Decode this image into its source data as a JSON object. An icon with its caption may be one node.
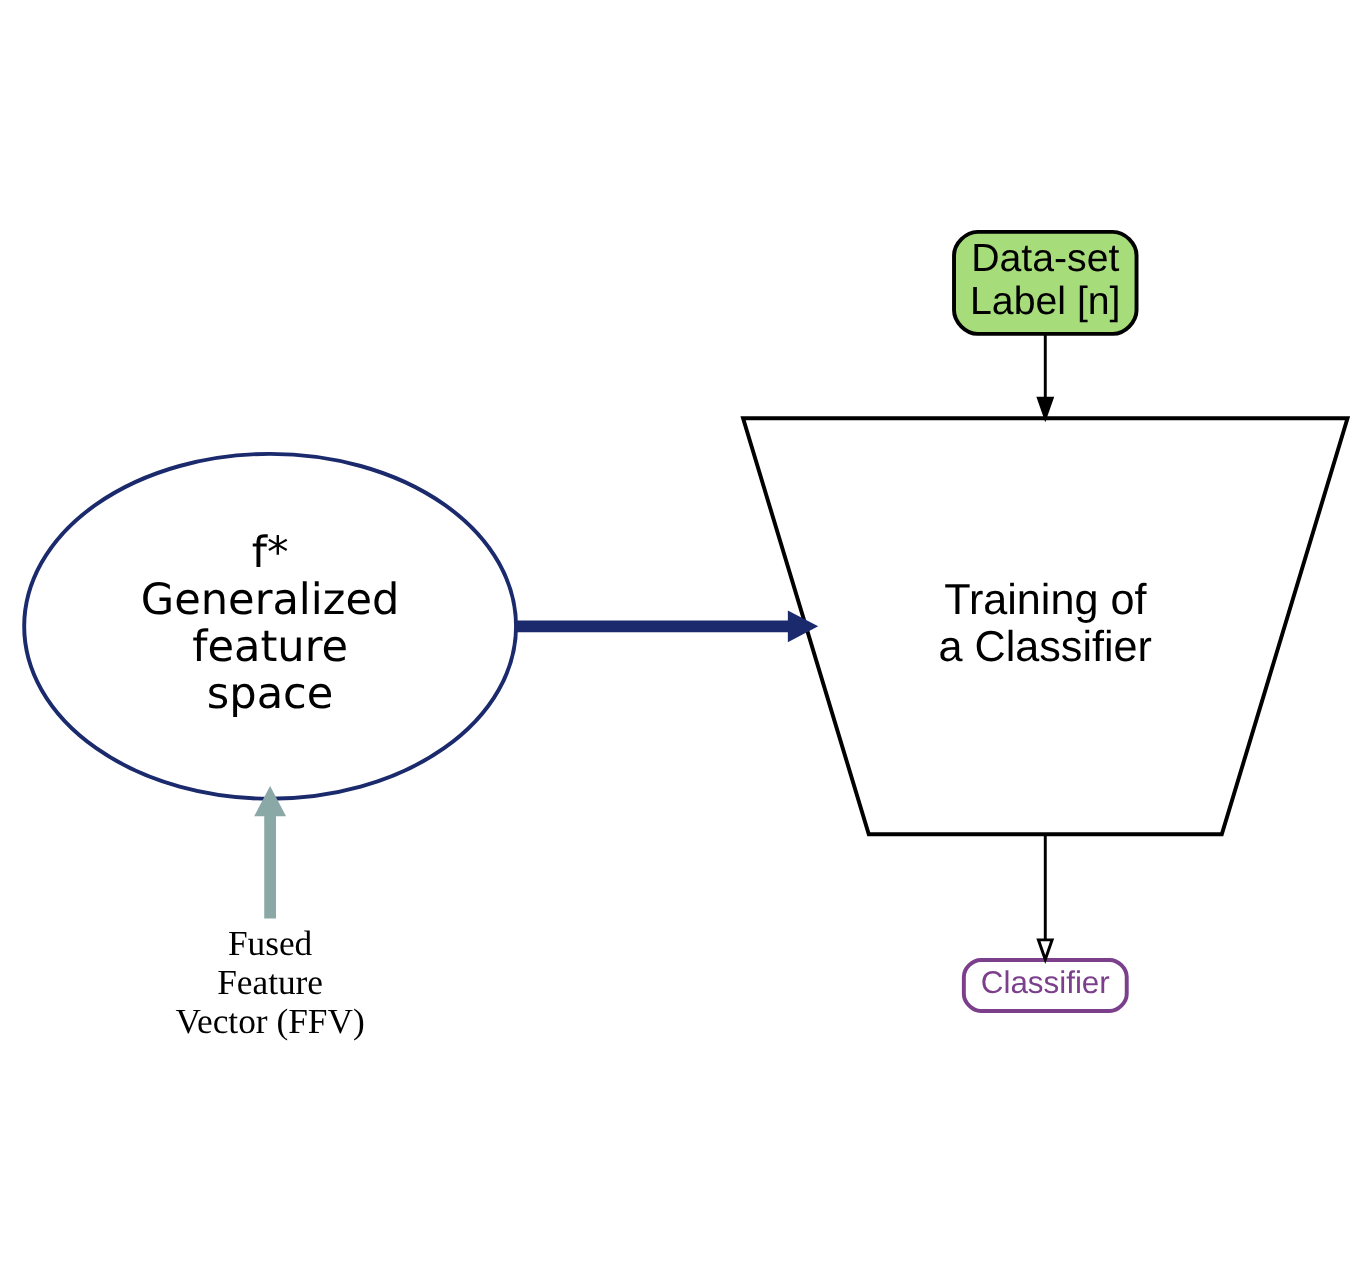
{
  "diagram": {
    "nodes": [
      {
        "text": [
          "Data-set",
          "Label [n]"
        ]
      },
      {
        "text": [
          "f*",
          "Generalized feature space"
        ]
      },
      {
        "text": [
          "Training of a Classifier"
        ]
      },
      {
        "text": [
          "Classifier"
        ]
      },
      {
        "text": [
          "Fused Feature Vector (FFV)"
        ]
      }
    ],
    "edges": [
      {
        "from": 0,
        "to": 2,
        "arrow": "to"
      },
      {
        "from": 1,
        "to": 2,
        "arrow": "to",
        "style": "thick",
        "color": "#1a2a6c"
      },
      {
        "from": 2,
        "to": 3,
        "arrow": "to"
      },
      {
        "from": 4,
        "to": 1,
        "arrow": "to",
        "style": "thick",
        "color": "#8aa9a6"
      }
    ]
  }
}
